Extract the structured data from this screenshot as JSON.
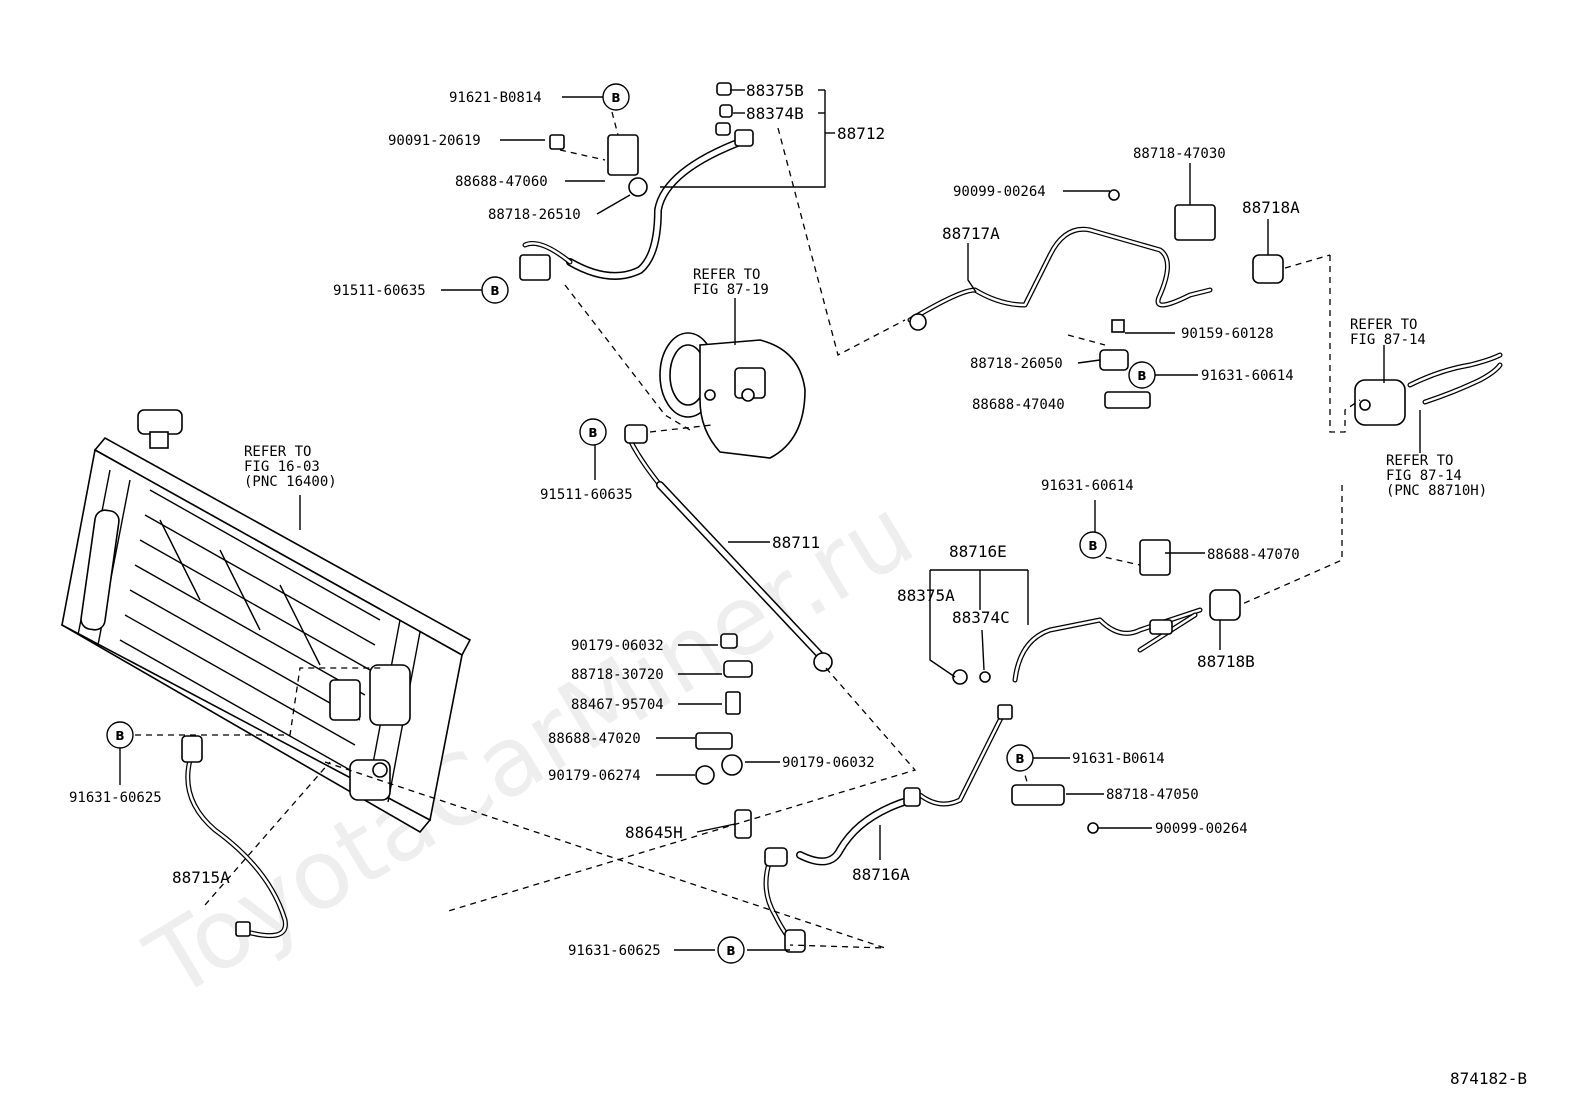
{
  "watermark": "ToyotaCarMiner.ru",
  "diagram_code": "874182-B",
  "bolt_marker": "B",
  "labels": {
    "p91621_b0814": "91621-B0814",
    "p90091_20619": "90091-20619",
    "p88688_47060": "88688-47060",
    "p88718_26510": "88718-26510",
    "p91511_60635_top": "91511-60635",
    "p88375b": "88375B",
    "p88374b": "88374B",
    "p88712": "88712",
    "refer_87_19_a": "REFER TO",
    "refer_87_19_b": "FIG 87-19",
    "p90099_00264_top": "90099-00264",
    "p88718_47030": "88718-47030",
    "p88717a": "88717A",
    "p88718a": "88718A",
    "p90159_60128": "90159-60128",
    "p88718_26050": "88718-26050",
    "p91631_60614_top": "91631-60614",
    "p88688_47040": "88688-47040",
    "refer_87_14_top_a": "REFER TO",
    "refer_87_14_top_b": "FIG 87-14",
    "refer_87_14_bot_a": "REFER TO",
    "refer_87_14_bot_b": "FIG 87-14",
    "refer_87_14_bot_c": "(PNC 88710H)",
    "refer_16_03_a": "REFER TO",
    "refer_16_03_b": "FIG 16-03",
    "refer_16_03_c": "(PNC 16400)",
    "p91511_60635_mid": "91511-60635",
    "p88711": "88711",
    "p91631_60614_mid": "91631-60614",
    "p88688_47070": "88688-47070",
    "p88716e": "88716E",
    "p88375a": "88375A",
    "p88374c": "88374C",
    "p88718b": "88718B",
    "p90179_06032_a": "90179-06032",
    "p88718_30720": "88718-30720",
    "p88467_95704": "88467-95704",
    "p88688_47020": "88688-47020",
    "p90179_06274": "90179-06274",
    "p90179_06032_b": "90179-06032",
    "p91631_b0614": "91631-B0614",
    "p88718_47050": "88718-47050",
    "p90099_00264_bot": "90099-00264",
    "p91631_60625_left": "91631-60625",
    "p88715a": "88715A",
    "p88645h": "88645H",
    "p88716a": "88716A",
    "p91631_60625_bot": "91631-60625"
  }
}
